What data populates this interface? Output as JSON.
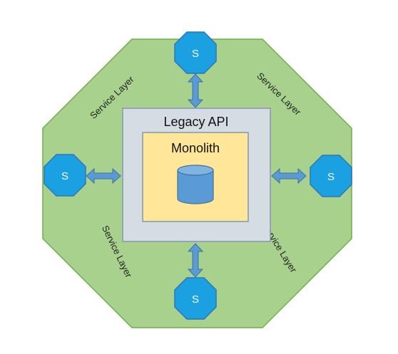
{
  "diagram": {
    "outer_ring": {
      "label_top_left": "Service Layer",
      "label_top_right": "Service Layer",
      "label_bottom_left": "Service Layer",
      "label_bottom_right": "Service Layer",
      "fill": "#a9d18e",
      "stroke": "#70ad47"
    },
    "api_box": {
      "label": "Legacy API",
      "fill": "#d6dce4",
      "stroke": "#8497b0"
    },
    "core_box": {
      "label": "Monolith",
      "fill": "#ffe699",
      "stroke": "#8497b0"
    },
    "database": {
      "icon": "database-cylinder-icon",
      "fill": "#5b9bd5",
      "stroke": "#41719c"
    },
    "services": {
      "top": "S",
      "left": "S",
      "right": "S",
      "bottom": "S",
      "fill": "#1ba1e2",
      "stroke": "#2e75b6",
      "text_color": "#ffffff"
    },
    "connector": {
      "icon": "double-arrow-icon",
      "fill": "#5b9bd5",
      "stroke": "#41719c"
    }
  }
}
